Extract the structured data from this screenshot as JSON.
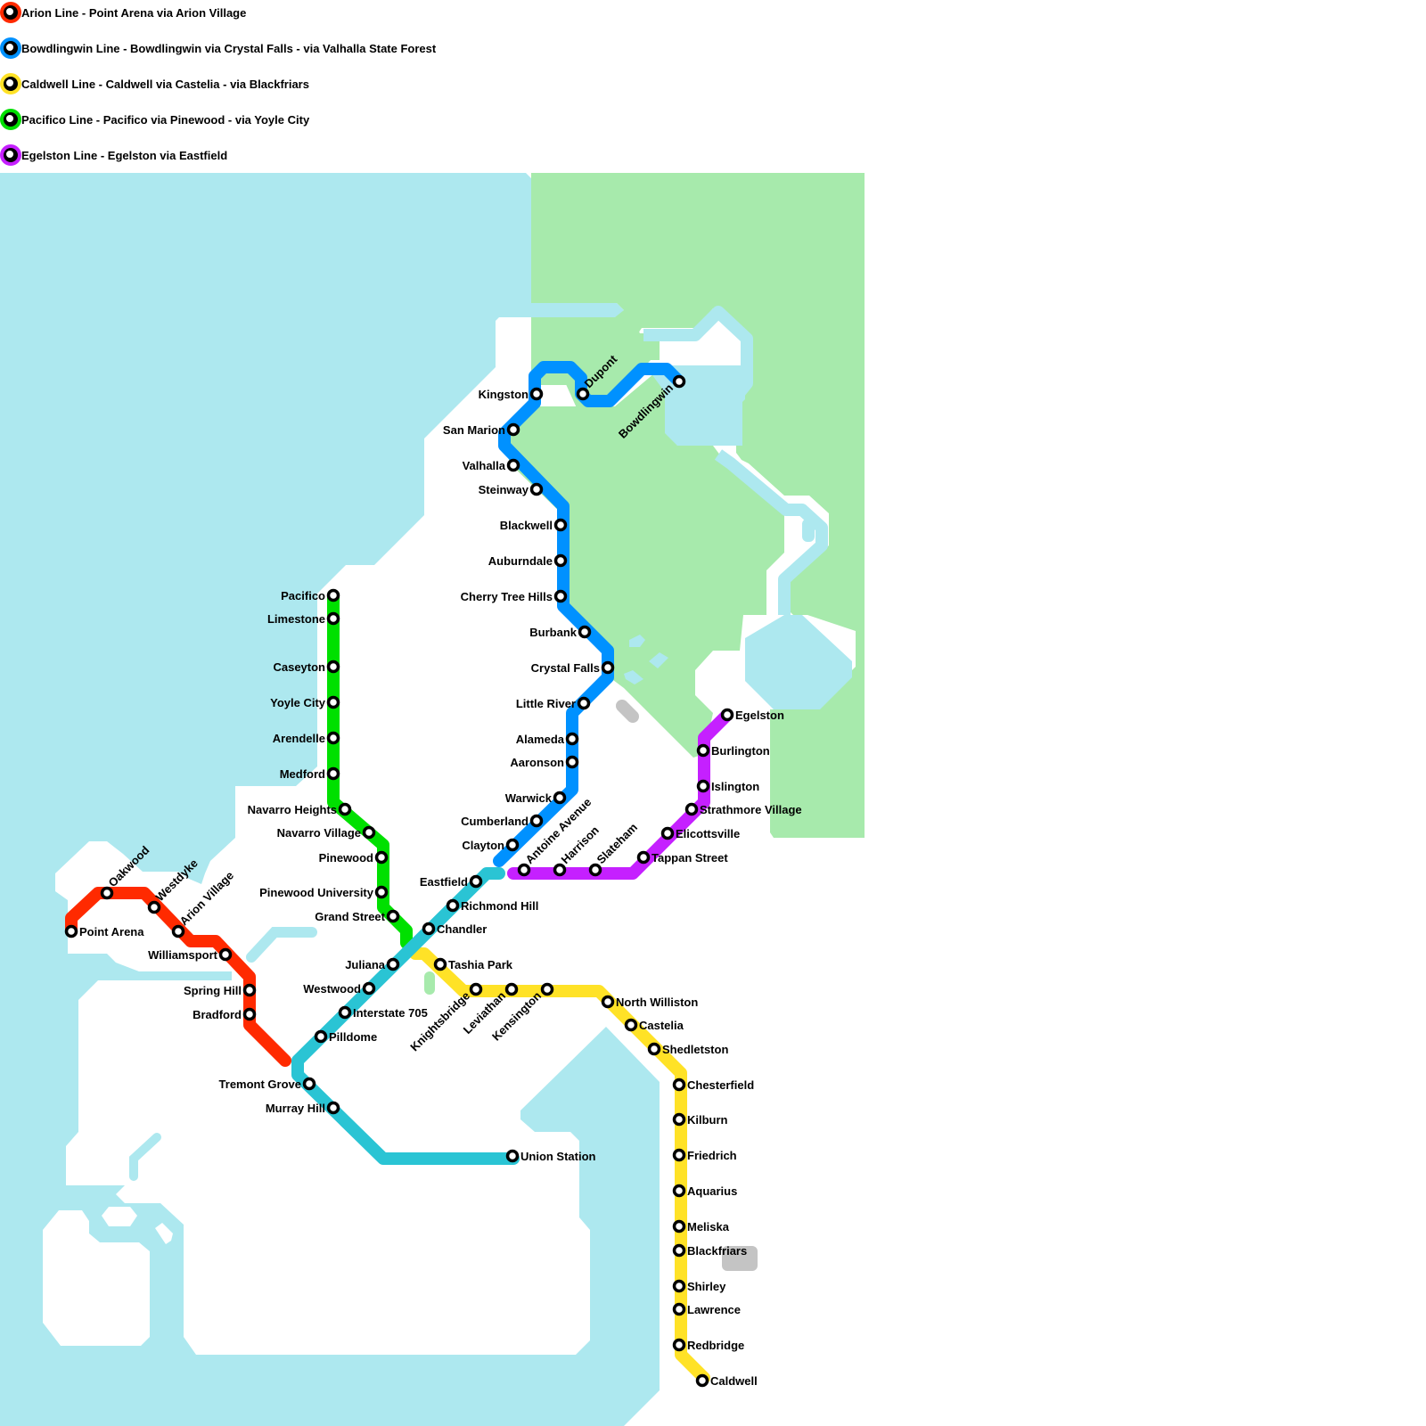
{
  "colors": {
    "water": "#ade8ef",
    "park": "#a7eaac",
    "land": "#ffffff",
    "other": "#c4c4c4",
    "station_stroke": "#000000",
    "station_fill": "#ffffff"
  },
  "legend": [
    {
      "line": "arion",
      "label": "Arion Line - Point Arena via Arion Village",
      "color": "#ff2a00"
    },
    {
      "line": "bowdlingwin",
      "label": "Bowdlingwin Line - Bowdlingwin via Crystal Falls - via Valhalla State Forest",
      "color": "#0091ff"
    },
    {
      "line": "caldwell",
      "label": "Caldwell Line - Caldwell via Castelia - via Blackfriars",
      "color": "#ffe227"
    },
    {
      "line": "pacifico",
      "label": "Pacifico Line - Pacifico via Pinewood - via Yoyle City",
      "color": "#00e000"
    },
    {
      "line": "egelston",
      "label": "Egelston Line - Egelston via Eastfield",
      "color": "#c520ff"
    }
  ],
  "lines": [
    {
      "id": "arion",
      "color": "#ff2a00",
      "stations": [
        "Point Arena",
        "Oakwood",
        "Westdyke",
        "Arion Village",
        "Williamsport",
        "Spring Hill",
        "Bradford"
      ]
    },
    {
      "id": "bowdlingwin",
      "color": "#0091ff",
      "stations": [
        "Bowdlingwin",
        "Dupont",
        "Kingston",
        "San Marion",
        "Valhalla",
        "Steinway",
        "Blackwell",
        "Auburndale",
        "Cherry Tree Hills",
        "Burbank",
        "Crystal Falls",
        "Little River",
        "Alameda",
        "Aaronson",
        "Warwick",
        "Cumberland",
        "Clayton"
      ]
    },
    {
      "id": "caldwell",
      "color": "#ffe227",
      "stations": [
        "Tashia Park",
        "Knightsbridge",
        "Leviathan",
        "Kensington",
        "North Williston",
        "Castelia",
        "Shedletston",
        "Chesterfield",
        "Kilburn",
        "Friedrich",
        "Aquarius",
        "Meliska",
        "Blackfriars",
        "Shirley",
        "Lawrence",
        "Redbridge",
        "Caldwell"
      ]
    },
    {
      "id": "pacifico",
      "color": "#00e000",
      "stations": [
        "Pacifico",
        "Limestone",
        "Caseyton",
        "Yoyle City",
        "Arendelle",
        "Medford",
        "Navarro Heights",
        "Navarro Village",
        "Pinewood",
        "Pinewood University",
        "Grand Street"
      ]
    },
    {
      "id": "egelston",
      "color": "#c520ff",
      "stations": [
        "Egelston",
        "Burlington",
        "Islington",
        "Strathmore Village",
        "Elicottsville",
        "Tappan Street",
        "Slateham",
        "Harrison",
        "Antoine Avenue"
      ]
    },
    {
      "id": "unnamed-cyan",
      "color": "#2ac4d4",
      "stations": [
        "Eastfield",
        "Richmond Hill",
        "Chandler",
        "Juliana",
        "Westwood",
        "Interstate 705",
        "Pilldome",
        "Tremont Grove",
        "Murray Hill",
        "Union Station"
      ]
    }
  ]
}
